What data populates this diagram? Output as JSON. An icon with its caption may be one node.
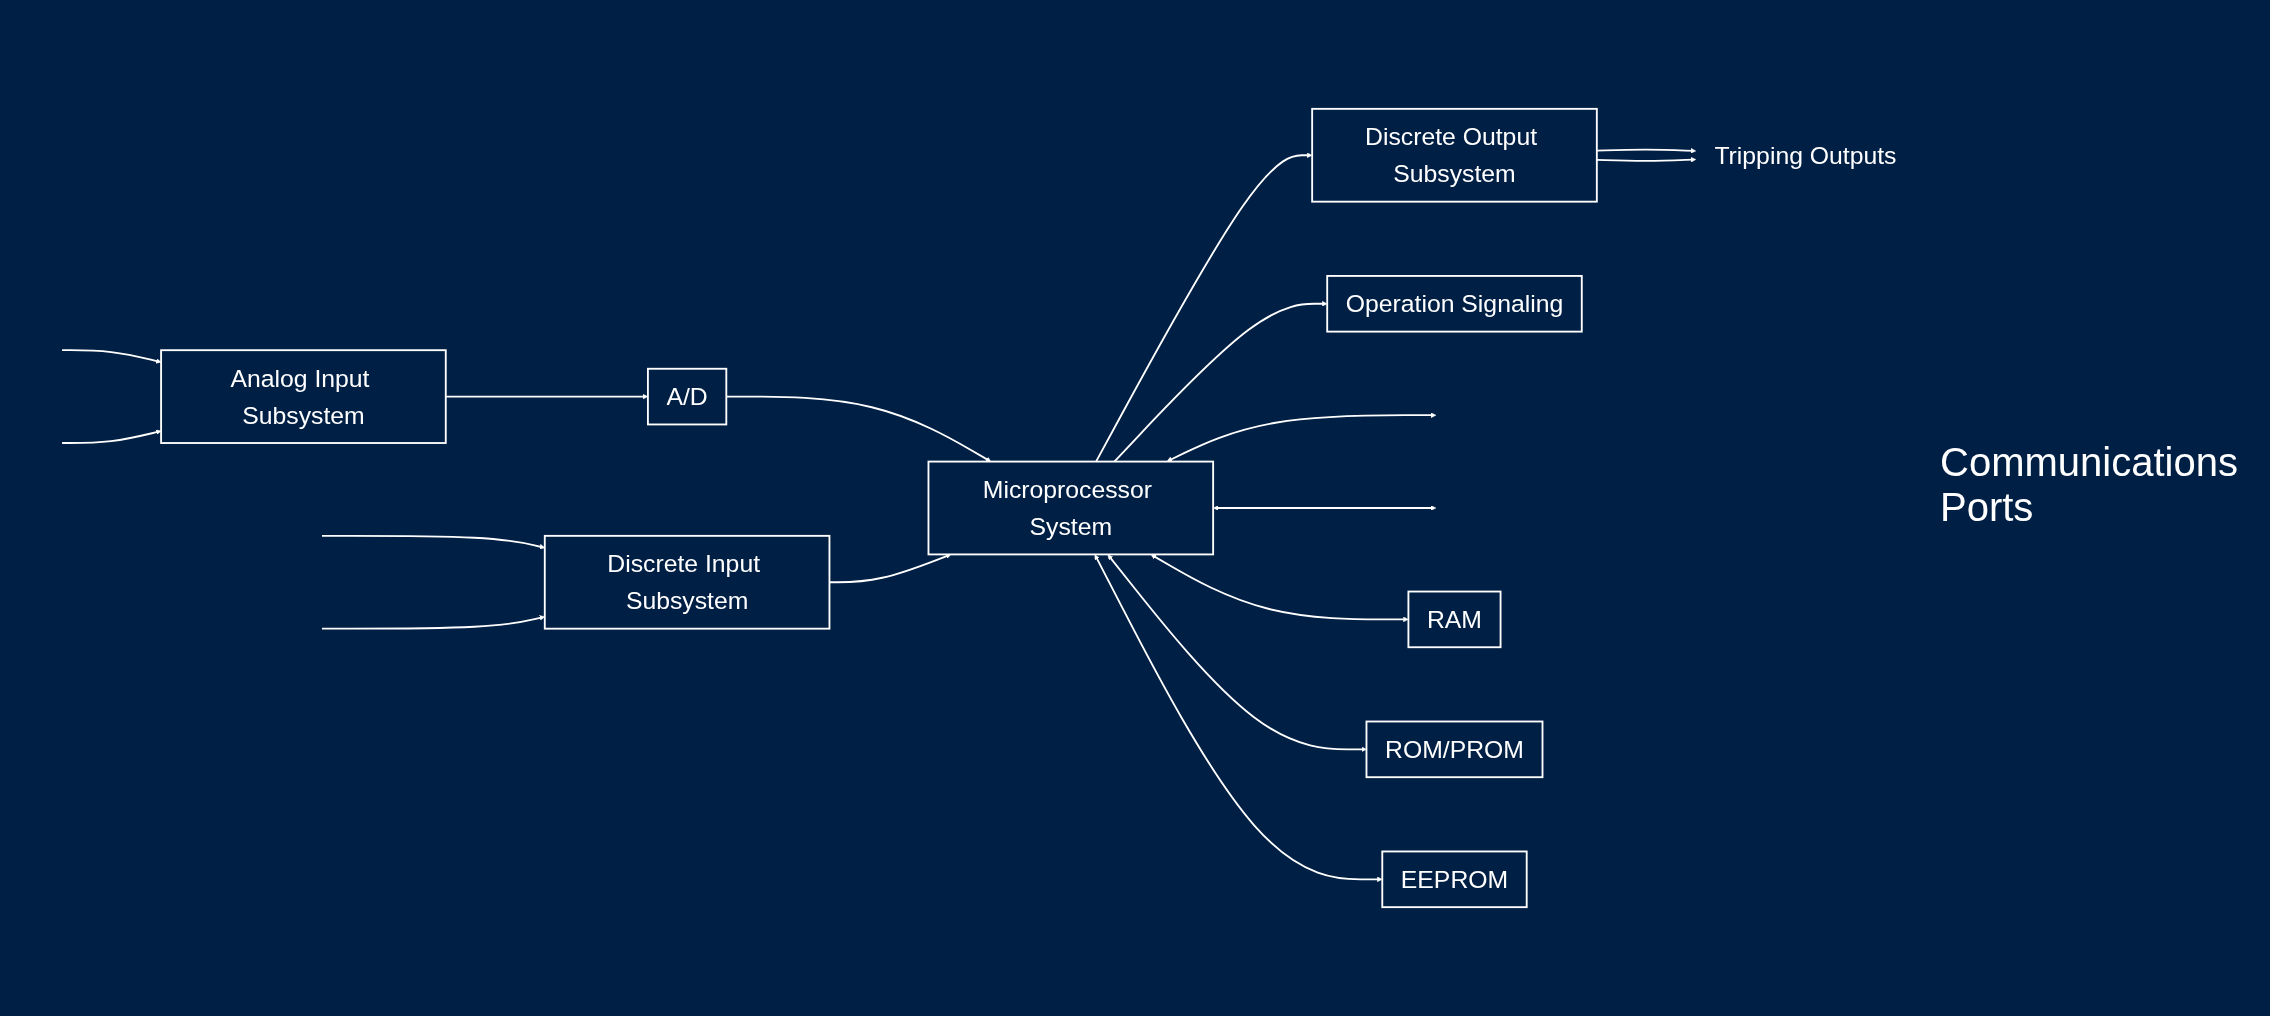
{
  "diagram": {
    "nodes": [
      {
        "text": [
          "Analog Input Subsystem"
        ]
      },
      {
        "text": [
          "A/D"
        ]
      },
      {
        "text": [
          "Microprocessor System"
        ]
      },
      {
        "text": [
          "Discrete Output Subsystem"
        ]
      },
      {
        "text": [
          "Operation Signaling"
        ]
      },
      {
        "text": [
          "Discrete Input Subsystem"
        ]
      },
      {
        "text": [
          "RAM"
        ]
      },
      {
        "text": [
          "ROM/PROM"
        ]
      },
      {
        "text": [
          "EEPROM"
        ]
      },
      {
        "text": [
          "Tripping Outputs"
        ]
      }
    ],
    "edges": [
      {
        "from": null,
        "to": 0,
        "arrow": "to"
      },
      {
        "from": null,
        "to": 0,
        "arrow": "to"
      },
      {
        "from": 0,
        "to": 1,
        "arrow": "to"
      },
      {
        "from": 1,
        "to": 2,
        "arrow": "to"
      },
      {
        "from": null,
        "to": 5,
        "arrow": "to"
      },
      {
        "from": null,
        "to": 5,
        "arrow": "to"
      },
      {
        "from": 5,
        "to": 2,
        "arrow": "to"
      },
      {
        "from": 2,
        "to": 3,
        "arrow": "to"
      },
      {
        "from": 3,
        "to": 9,
        "arrow": "to"
      },
      {
        "from": 3,
        "to": 9,
        "arrow": "to"
      },
      {
        "from": 2,
        "to": 4,
        "arrow": "to"
      },
      {
        "from": 2,
        "to": null,
        "arrow": "both"
      },
      {
        "from": 2,
        "to": null,
        "arrow": "both"
      },
      {
        "from": 2,
        "to": 6,
        "arrow": "both"
      },
      {
        "from": 2,
        "to": 7,
        "arrow": "both"
      },
      {
        "from": 2,
        "to": 8,
        "arrow": "both"
      }
    ],
    "labels": [
      "Communications Ports"
    ]
  }
}
